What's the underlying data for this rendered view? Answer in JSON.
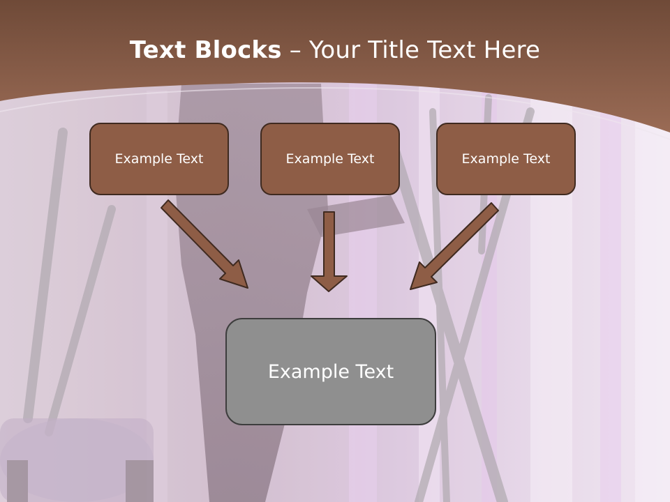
{
  "title": {
    "bold_part": "Text Blocks",
    "dash": " – ",
    "rest": "Your Title Text Here"
  },
  "blocks": [
    {
      "text": "Example Text"
    },
    {
      "text": "Example Text"
    },
    {
      "text": "Example Text"
    }
  ],
  "target_block": {
    "text": "Example Text"
  },
  "colors": {
    "header_brown": "#8a5a45",
    "box_fill": "#8e5d46",
    "box_border": "#3f2a20",
    "arrow_fill": "#8e5d46",
    "target_fill": "#8f8f8f"
  }
}
